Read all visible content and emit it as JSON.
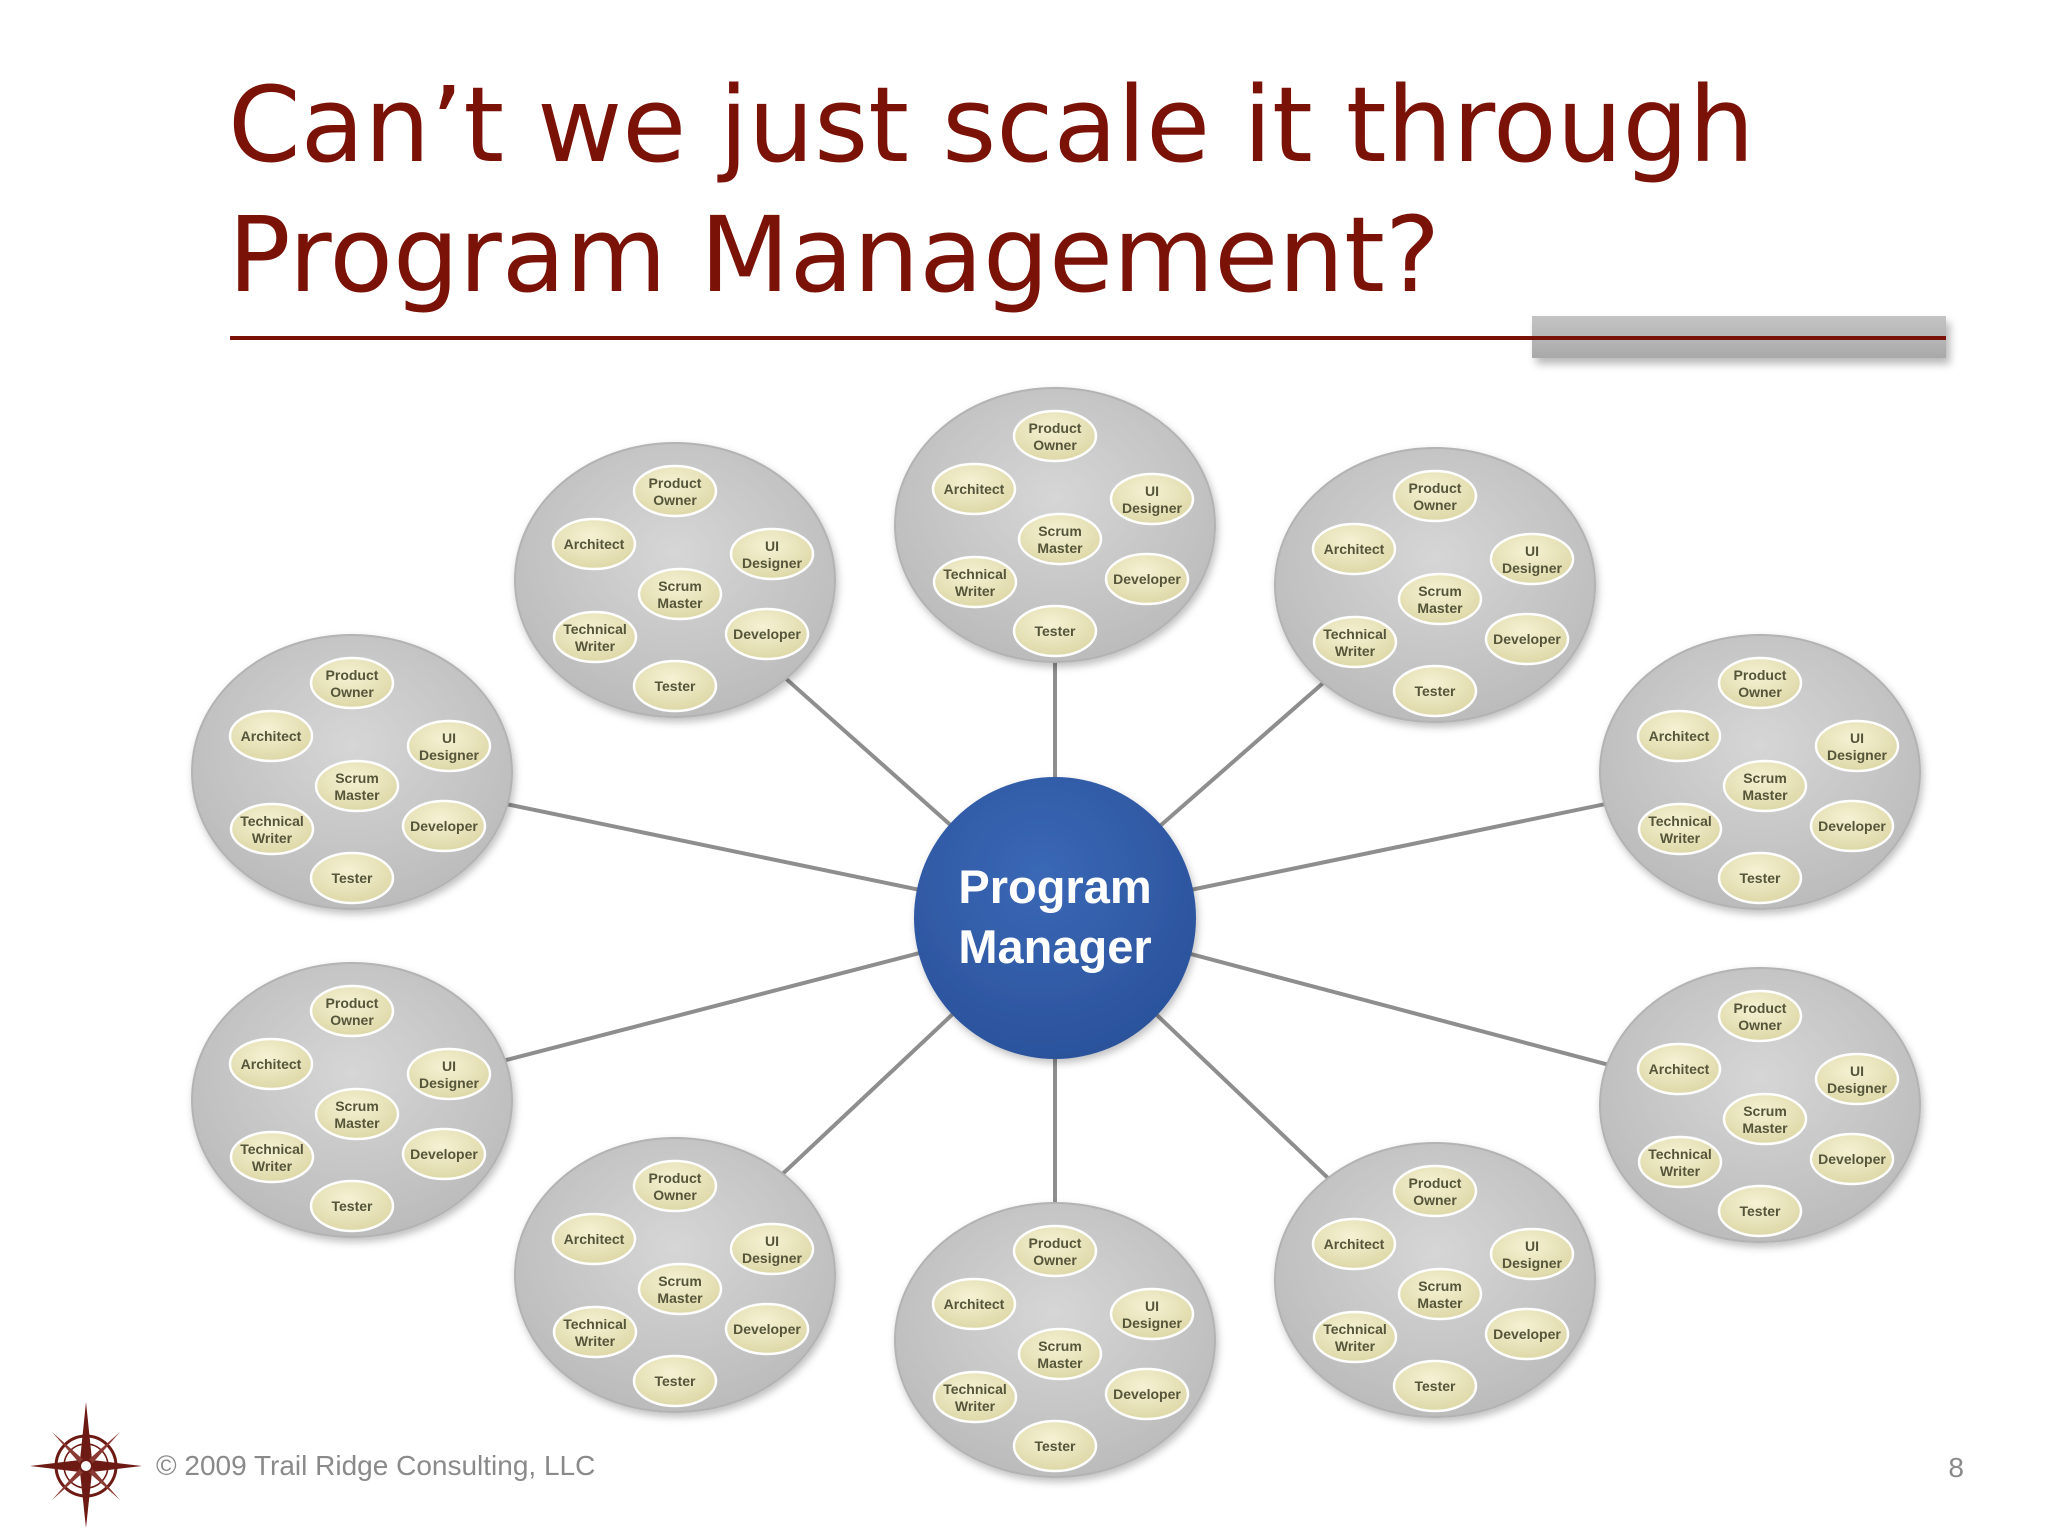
{
  "slide": {
    "title_line1": "Can’t we just scale it through",
    "title_line2": "Program Management?",
    "footer": "© 2009 Trail Ridge Consulting, LLC",
    "page_number": "8"
  },
  "diagram": {
    "center": {
      "line1": "Program",
      "line2": "Manager"
    },
    "team_roles": [
      {
        "key": "product-owner",
        "line1": "Product",
        "line2": "Owner"
      },
      {
        "key": "architect",
        "line1": "Architect",
        "line2": ""
      },
      {
        "key": "ui-designer",
        "line1": "UI",
        "line2": "Designer"
      },
      {
        "key": "scrum-master",
        "line1": "Scrum",
        "line2": "Master"
      },
      {
        "key": "technical-writer",
        "line1": "Technical",
        "line2": "Writer"
      },
      {
        "key": "developer",
        "line1": "Developer",
        "line2": ""
      },
      {
        "key": "tester",
        "line1": "Tester",
        "line2": ""
      }
    ],
    "team_count": 10,
    "colors": {
      "title": "#7a1208",
      "center_fill": "#2f5ba8",
      "center_text": "#ffffff",
      "team_fill": "#cbcbcb",
      "role_fill": "#ece8bf",
      "role_text": "#55553a",
      "connector": "#8e8e8e"
    }
  }
}
